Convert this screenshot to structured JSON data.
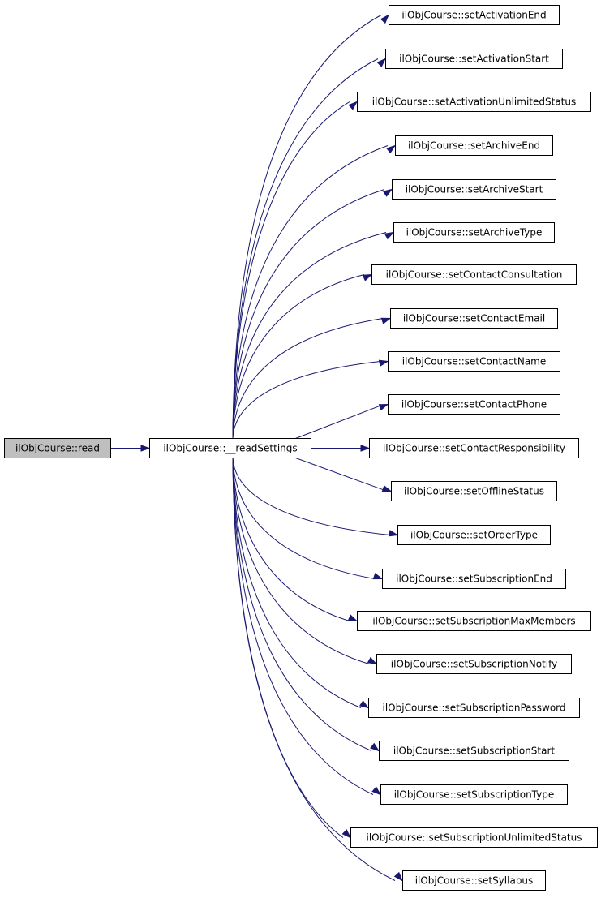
{
  "graph": {
    "root": {
      "id": "read",
      "label": "ilObjCourse::read"
    },
    "hub": {
      "id": "readSettings",
      "label": "ilObjCourse::__readSettings"
    },
    "targets": [
      {
        "id": "t0",
        "label": "ilObjCourse::setActivationEnd"
      },
      {
        "id": "t1",
        "label": "ilObjCourse::setActivationStart"
      },
      {
        "id": "t2",
        "label": "ilObjCourse::setActivationUnlimitedStatus"
      },
      {
        "id": "t3",
        "label": "ilObjCourse::setArchiveEnd"
      },
      {
        "id": "t4",
        "label": "ilObjCourse::setArchiveStart"
      },
      {
        "id": "t5",
        "label": "ilObjCourse::setArchiveType"
      },
      {
        "id": "t6",
        "label": "ilObjCourse::setContactConsultation"
      },
      {
        "id": "t7",
        "label": "ilObjCourse::setContactEmail"
      },
      {
        "id": "t8",
        "label": "ilObjCourse::setContactName"
      },
      {
        "id": "t9",
        "label": "ilObjCourse::setContactPhone"
      },
      {
        "id": "t10",
        "label": "ilObjCourse::setContactResponsibility"
      },
      {
        "id": "t11",
        "label": "ilObjCourse::setOfflineStatus"
      },
      {
        "id": "t12",
        "label": "ilObjCourse::setOrderType"
      },
      {
        "id": "t13",
        "label": "ilObjCourse::setSubscriptionEnd"
      },
      {
        "id": "t14",
        "label": "ilObjCourse::setSubscriptionMaxMembers"
      },
      {
        "id": "t15",
        "label": "ilObjCourse::setSubscriptionNotify"
      },
      {
        "id": "t16",
        "label": "ilObjCourse::setSubscriptionPassword"
      },
      {
        "id": "t17",
        "label": "ilObjCourse::setSubscriptionStart"
      },
      {
        "id": "t18",
        "label": "ilObjCourse::setSubscriptionType"
      },
      {
        "id": "t19",
        "label": "ilObjCourse::setSubscriptionUnlimitedStatus"
      },
      {
        "id": "t20",
        "label": "ilObjCourse::setSyllabus"
      }
    ],
    "colors": {
      "edge": "#191970",
      "root_fill": "#bfbfbf",
      "node_fill": "#ffffff",
      "border": "#000000"
    }
  }
}
